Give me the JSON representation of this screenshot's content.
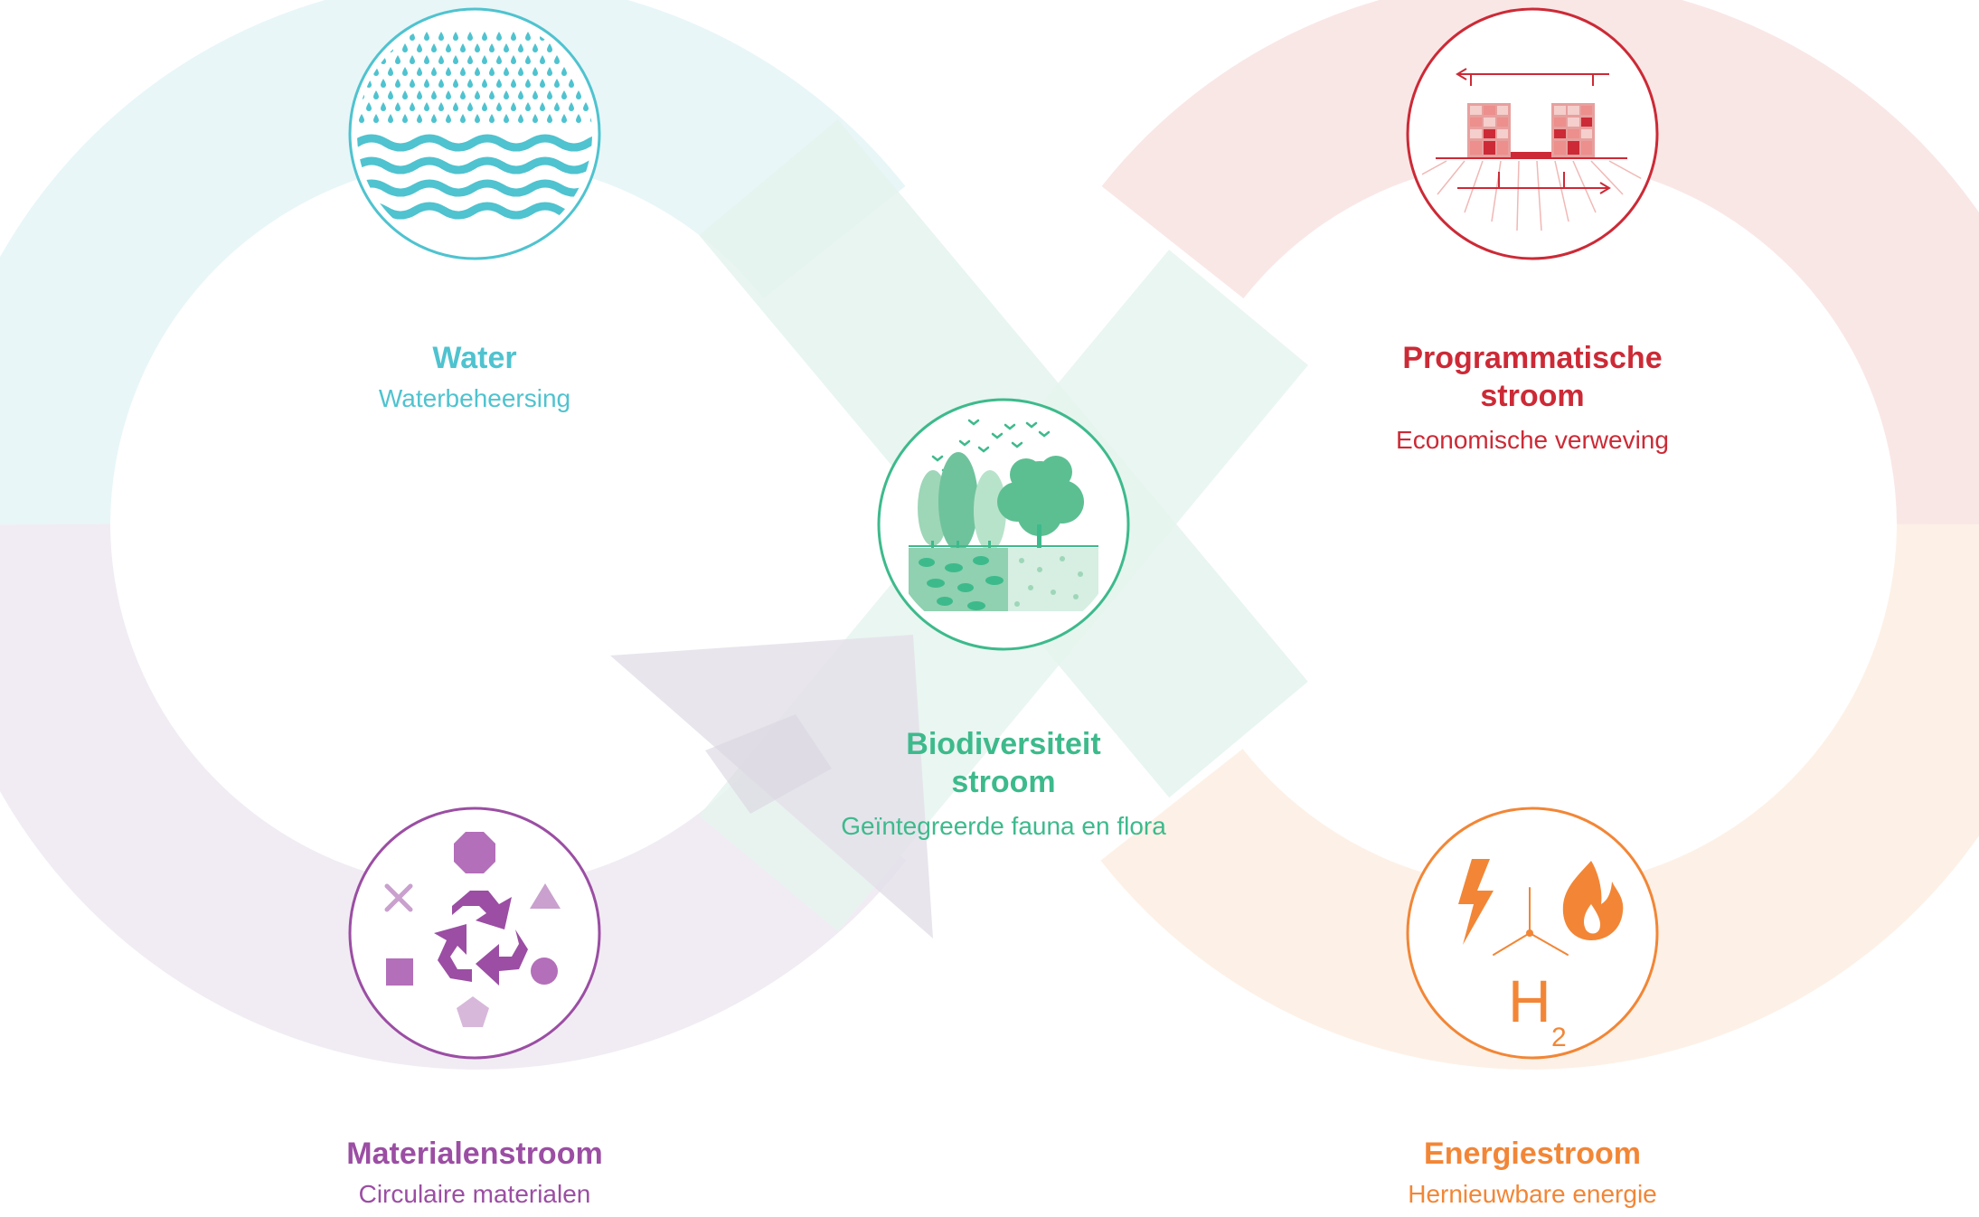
{
  "colors": {
    "water": "#4fc3cf",
    "program": "#cc2a36",
    "bio": "#3dba8c",
    "material": "#9b4ea3",
    "energy": "#f28636"
  },
  "water": {
    "title": "Water",
    "subtitle": "Waterbeheersing",
    "icon": "water-rain-waves-icon"
  },
  "program": {
    "title": "Programmatische stroom",
    "subtitle": "Economische verweving",
    "icon": "buildings-conveyor-icon"
  },
  "bio": {
    "title": "Biodiversiteit stroom",
    "subtitle": "Geïntegreerde fauna en flora",
    "icon": "trees-birds-icon"
  },
  "material": {
    "title": "Materialenstroom",
    "subtitle": "Circulaire materialen",
    "icon": "recycle-shapes-icon"
  },
  "energy": {
    "title": "Energiestroom",
    "subtitle": "Hernieuwbare energie",
    "icon": "energy-lightning-turbine-fire-icon",
    "h_letter": "H",
    "h_subscript": "2"
  }
}
